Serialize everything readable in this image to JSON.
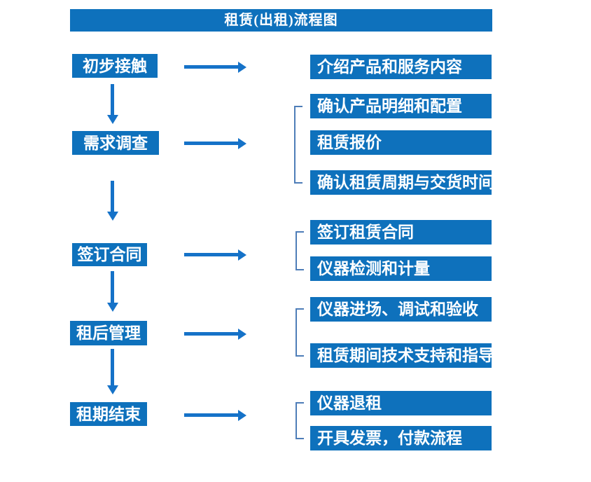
{
  "title": "租赁(出租)流程图",
  "colors": {
    "primary_blue": "#0E71BC",
    "arrow_blue": "#1572C8",
    "bracket_blue": "#4E7DB8",
    "text": "#FFFFFF",
    "background": "#FFFFFF"
  },
  "steps": [
    {
      "label": "初步接触",
      "details": [
        "介绍产品和服务内容"
      ]
    },
    {
      "label": "需求调查",
      "details": [
        "确认产品明细和配置",
        "租赁报价",
        "确认租赁周期与交货时间"
      ]
    },
    {
      "label": "签订合同",
      "details": [
        "签订租赁合同",
        "仪器检测和计量"
      ]
    },
    {
      "label": "租后管理",
      "details": [
        "仪器进场、调试和验收",
        "租赁期间技术支持和指导"
      ]
    },
    {
      "label": "租期结束",
      "details": [
        "仪器退租",
        "开具发票，付款流程"
      ]
    }
  ]
}
